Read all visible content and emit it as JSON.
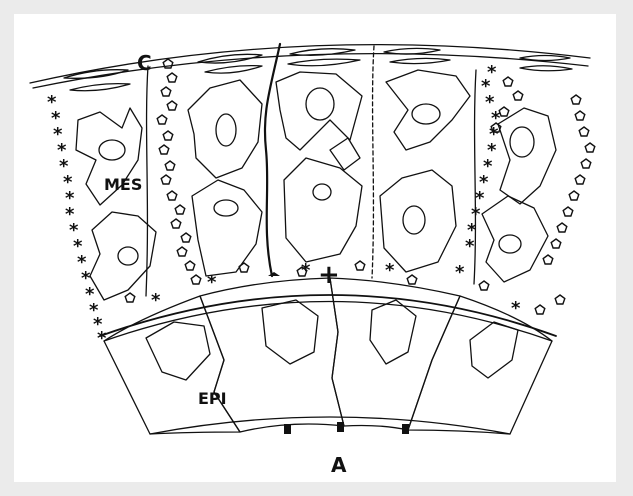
{
  "labels": {
    "top_letter": "C",
    "mesenchyme": "MES",
    "epithelium": "EPI",
    "bottom_letter": "A",
    "marker_plus": "+"
  },
  "colors": {
    "stroke": "#111111",
    "background": "#ebebeb",
    "panel": "#ffffff"
  },
  "marker_legend": {
    "asterisk_symbol": "*",
    "pentagon_symbol": "pentagon-icon"
  }
}
